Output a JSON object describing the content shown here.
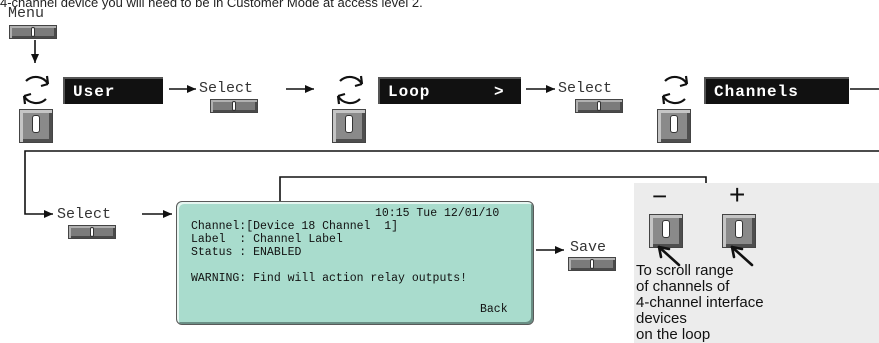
{
  "caption": "4-channel device you will need to be in Customer Mode at access level 2.",
  "menu_label": "Menu",
  "row1": {
    "user": "User",
    "select1": "Select",
    "loop": "Loop      >",
    "select2": "Select",
    "channels": "Channels"
  },
  "row2": {
    "select3": "Select",
    "save": "Save"
  },
  "lcd": {
    "time": "10:15 Tue 12/01/10",
    "line1": "Channel:[Device 18 Channel  1]",
    "line2": "Label  : Channel Label",
    "line3": "Status : ENABLED",
    "line4": "WARNING: Find will action relay outputs!",
    "back": "Back"
  },
  "panel": {
    "minus": "−",
    "plus": "+",
    "text": [
      "To scroll range",
      "of channels of",
      "4-channel interface",
      "devices",
      "on the loop"
    ]
  },
  "colors": {
    "lcd": "#a9dccd",
    "panel": "#ececec",
    "button": "#7b7b7b"
  }
}
